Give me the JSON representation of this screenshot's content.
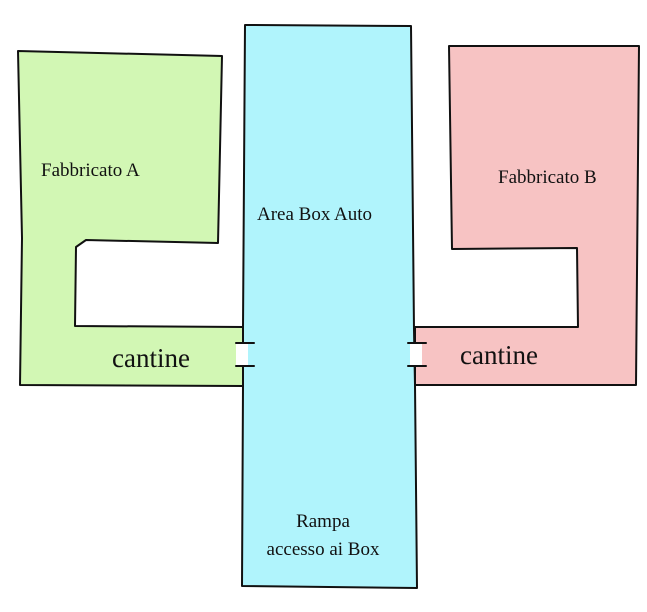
{
  "labels": {
    "building_a": "Fabbricato A",
    "building_b": "Fabbricato B",
    "box_area": "Area Box Auto",
    "cellars_left": "cantine",
    "cellars_right": "cantine",
    "ramp_line1": "Rampa",
    "ramp_line2": "accesso ai Box"
  },
  "colors": {
    "building_a_fill": "#d2f7b4",
    "building_b_fill": "#f7c3c3",
    "box_area_fill": "#b0f4fc",
    "outline": "#111111"
  }
}
